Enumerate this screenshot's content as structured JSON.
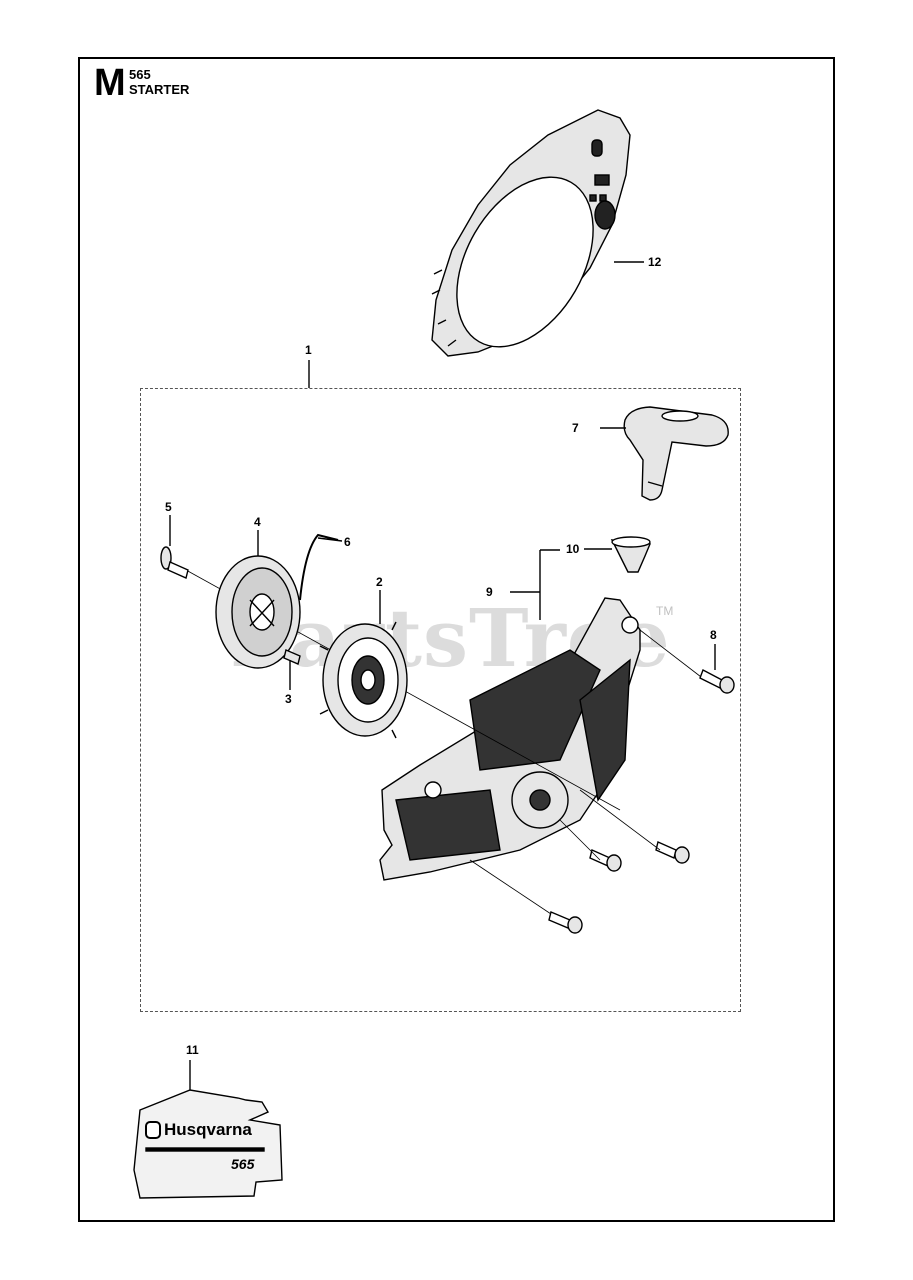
{
  "header": {
    "section_letter": "M",
    "model": "565",
    "title": "STARTER"
  },
  "callouts": {
    "c1": "1",
    "c2": "2",
    "c3": "3",
    "c4": "4",
    "c5": "5",
    "c6": "6",
    "c7": "7",
    "c8": "8",
    "c9": "9",
    "c10": "10",
    "c11": "11",
    "c12": "12"
  },
  "watermark": {
    "text": "PartsTree",
    "tm": "TM"
  },
  "decal": {
    "brand": "Husqvarna",
    "model": "565"
  },
  "colors": {
    "line": "#000000",
    "part_fill": "#e6e6e6",
    "dark": "#222222",
    "watermark": "#b0b0b0"
  }
}
